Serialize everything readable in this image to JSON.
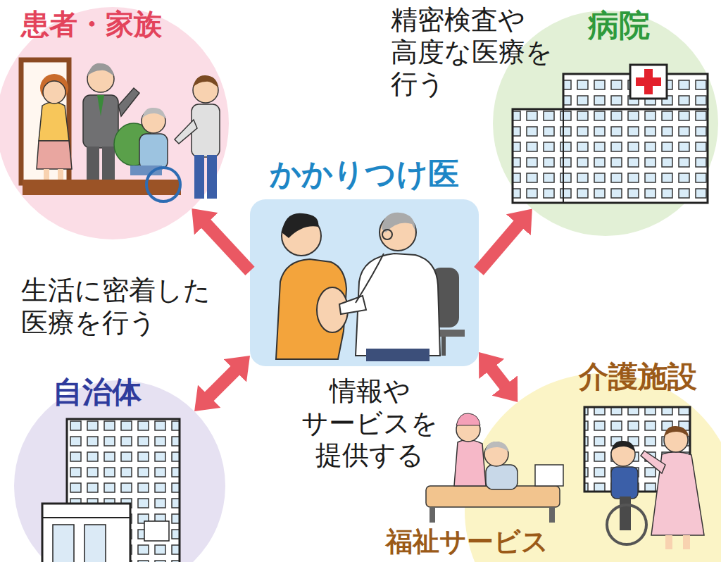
{
  "diagram": {
    "nodes": [
      {
        "text": [
          "患者・家族"
        ]
      },
      {
        "text": [
          "病院"
        ]
      },
      {
        "text": [
          "かかりつけ医"
        ]
      },
      {
        "text": [
          "自治体"
        ]
      },
      {
        "text": [
          "介護施設",
          "福祉サービス"
        ]
      }
    ],
    "edges": [
      {
        "from": 2,
        "to": 0,
        "arrow": "to"
      },
      {
        "from": 2,
        "to": 1,
        "arrow": "to"
      },
      {
        "from": 2,
        "to": 3,
        "arrow": "both"
      },
      {
        "from": 2,
        "to": 4,
        "arrow": "both"
      }
    ],
    "labels": [
      "精密検査や 高度な医療を 行う",
      "生活に密着した 医療を行う",
      "情報や サービスを 提供する"
    ]
  }
}
